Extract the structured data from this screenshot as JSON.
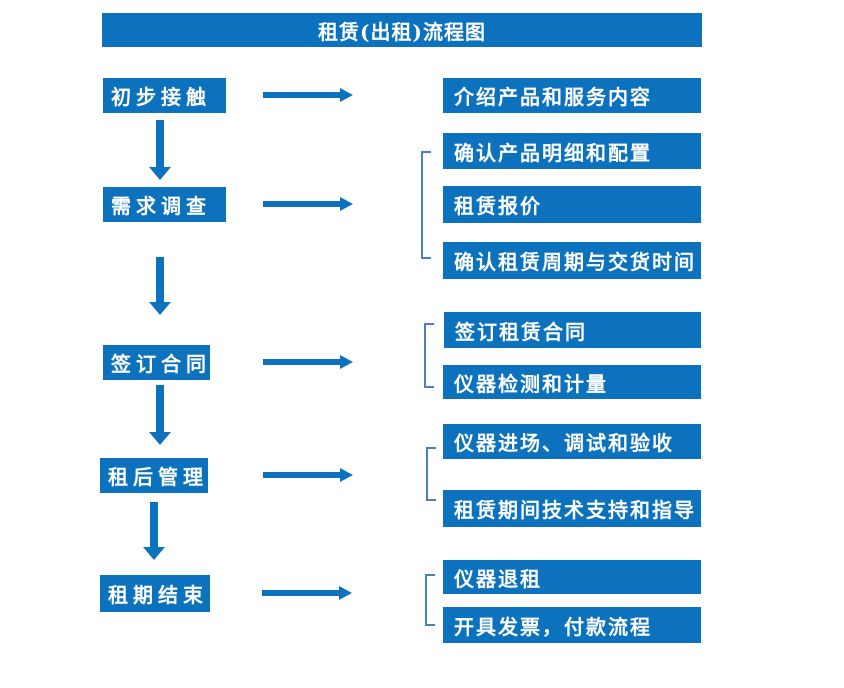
{
  "title": "租赁(出租)流程图",
  "colors": {
    "primary": "#0c72be",
    "bracket": "#4d7ebf",
    "text": "#ffffff",
    "background": "#ffffff"
  },
  "flow": {
    "stages": [
      {
        "label": "初步接触",
        "outputs": [
          "介绍产品和服务内容"
        ]
      },
      {
        "label": "需求调查",
        "outputs": [
          "确认产品明细和配置",
          "租赁报价",
          "确认租赁周期与交货时间"
        ]
      },
      {
        "label": "签订合同",
        "outputs": [
          "签订租赁合同",
          "仪器检测和计量"
        ]
      },
      {
        "label": "租后管理",
        "outputs": [
          "仪器进场、调试和验收",
          "租赁期间技术支持和指导"
        ]
      },
      {
        "label": "租期结束",
        "outputs": [
          "仪器退租",
          "开具发票，付款流程"
        ]
      }
    ]
  }
}
